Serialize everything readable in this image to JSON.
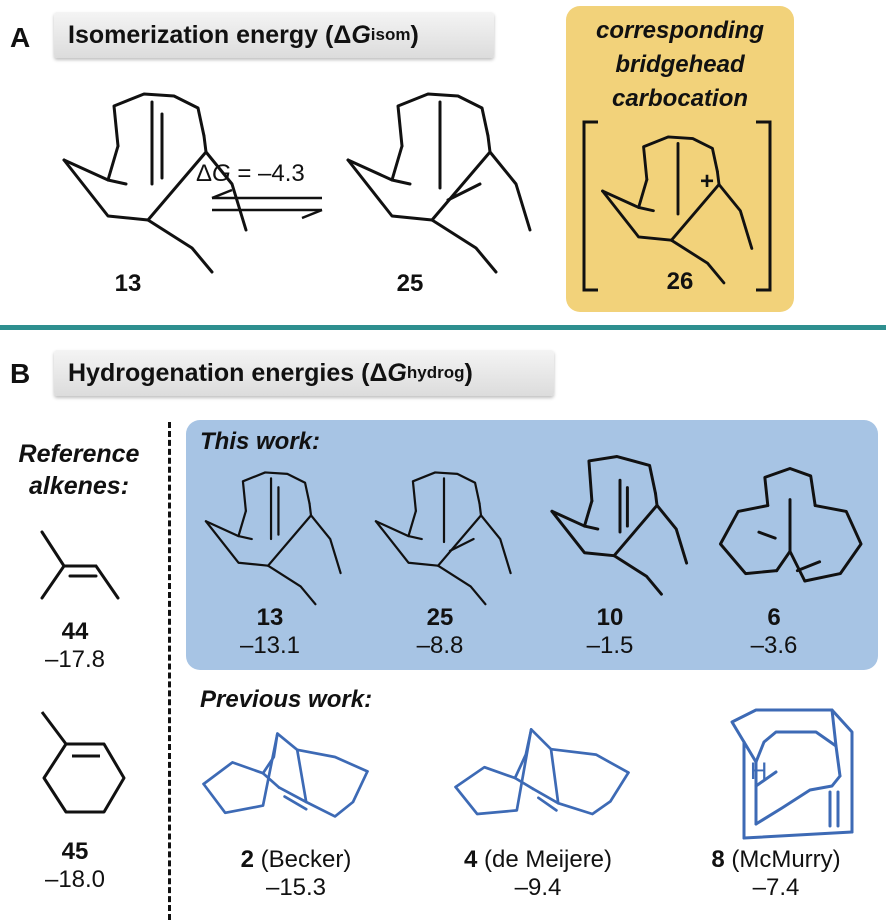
{
  "panelA": {
    "letter": "A",
    "header_main": "Isomerization energy (Δ",
    "header_G": "G",
    "header_sub": "isom",
    "header_close": ")",
    "equilibrium_label_pre": "Δ",
    "equilibrium_label_G": "G",
    "equilibrium_label_post": " = –4.3",
    "compound_left": "13",
    "compound_right": "25",
    "carbocation_box": {
      "line1": "corresponding",
      "line2": "bridgehead",
      "line3": "carbocation",
      "compound": "26",
      "charge": "+"
    }
  },
  "panelB": {
    "letter": "B",
    "header_main": "Hydrogenation energies (Δ",
    "header_G": "G",
    "header_sub": "hydrog",
    "header_close": ")",
    "reference_title_line1": "Reference",
    "reference_title_line2": "alkenes:",
    "references": [
      {
        "id": "44",
        "value": "–17.8"
      },
      {
        "id": "45",
        "value": "–18.0"
      }
    ],
    "this_work_title": "This work:",
    "this_work": [
      {
        "id": "13",
        "value": "–13.1"
      },
      {
        "id": "25",
        "value": "–8.8"
      },
      {
        "id": "10",
        "value": "–1.5"
      },
      {
        "id": "6",
        "value": "–3.6"
      }
    ],
    "previous_work_title": "Previous work:",
    "previous_work": [
      {
        "id": "2",
        "author": " (Becker)",
        "value": "–15.3"
      },
      {
        "id": "4",
        "author": " (de Meijere)",
        "value": "–9.4"
      },
      {
        "id": "8",
        "author": " (McMurry)",
        "value": "–7.4",
        "h_label": "H"
      }
    ]
  },
  "colors": {
    "carbocation_bg": "#f2d27a",
    "this_work_bg": "#a7c4e4",
    "divider": "#2e8f8f",
    "previous_structure": "#3d6ab5"
  }
}
